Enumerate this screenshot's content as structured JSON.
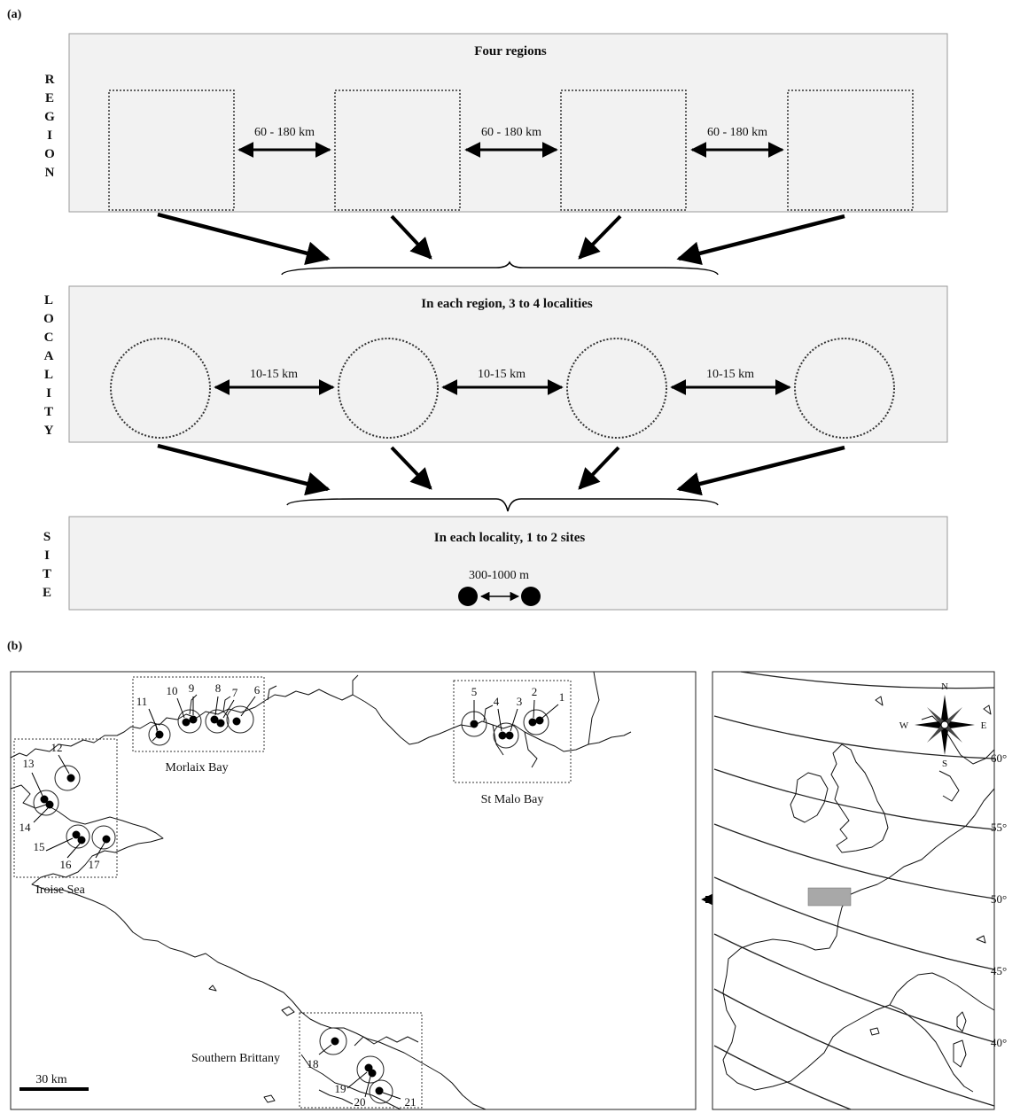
{
  "panel_a": {
    "label": "(a)",
    "region": {
      "side_label": [
        "R",
        "E",
        "G",
        "I",
        "O",
        "N"
      ],
      "title": "Four regions",
      "distance": "60 - 180 km"
    },
    "locality": {
      "side_label": [
        "L",
        "O",
        "C",
        "A",
        "L",
        "I",
        "T",
        "Y"
      ],
      "title": "In each region, 3 to 4 localities",
      "distance": "10-15 km"
    },
    "site": {
      "side_label": [
        "S",
        "I",
        "T",
        "E"
      ],
      "title": "In each locality, 1 to 2 sites",
      "distance": "300-1000 m"
    }
  },
  "panel_b": {
    "label": "(b)",
    "areas": [
      "Morlaix Bay",
      "St Malo Bay",
      "Iroise Sea",
      "Southern Brittany"
    ],
    "site_numbers": [
      "1",
      "2",
      "3",
      "4",
      "5",
      "6",
      "7",
      "8",
      "9",
      "10",
      "11",
      "12",
      "13",
      "14",
      "15",
      "16",
      "17",
      "18",
      "19",
      "20",
      "21"
    ],
    "scale_bar": "30 km",
    "compass": {
      "n": "N",
      "s": "S",
      "e": "E",
      "w": "W"
    },
    "latitudes": [
      "60°",
      "55°",
      "50°",
      "45°",
      "40°"
    ]
  }
}
